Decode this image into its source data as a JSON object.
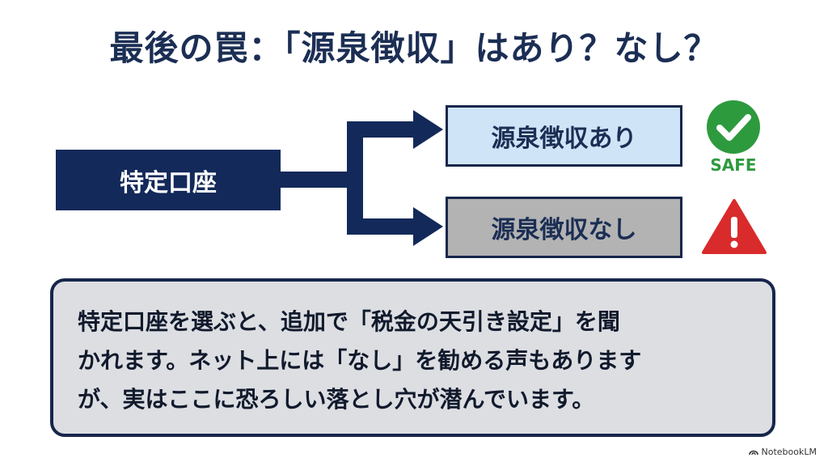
{
  "title": "最後の罠：「源泉徴収」はあり？なし？",
  "source": {
    "label": "特定口座"
  },
  "options": [
    {
      "label": "源泉徴収あり",
      "status": "safe",
      "badge": "SAFE",
      "icon": "check-circle-icon"
    },
    {
      "label": "源泉徴収なし",
      "status": "warning",
      "icon": "warning-triangle-icon"
    }
  ],
  "explanation": {
    "lines": [
      "特定口座を選ぶと、追加で「税金の天引き設定」を聞",
      "かれます。ネット上には「なし」を勧める声もあります",
      "が、実はここに恐ろしい落とし穴が潜んでいます。"
    ]
  },
  "branding": {
    "label": "NotebookLM",
    "icon": "notebooklm-logo-icon"
  },
  "colors": {
    "navy": "#13295a",
    "yes_box": "#cfe4f7",
    "no_box": "#b3b3b3",
    "safe_green": "#2e9a3e",
    "warning_red": "#d92b2b",
    "panel": "#dcdee2"
  }
}
